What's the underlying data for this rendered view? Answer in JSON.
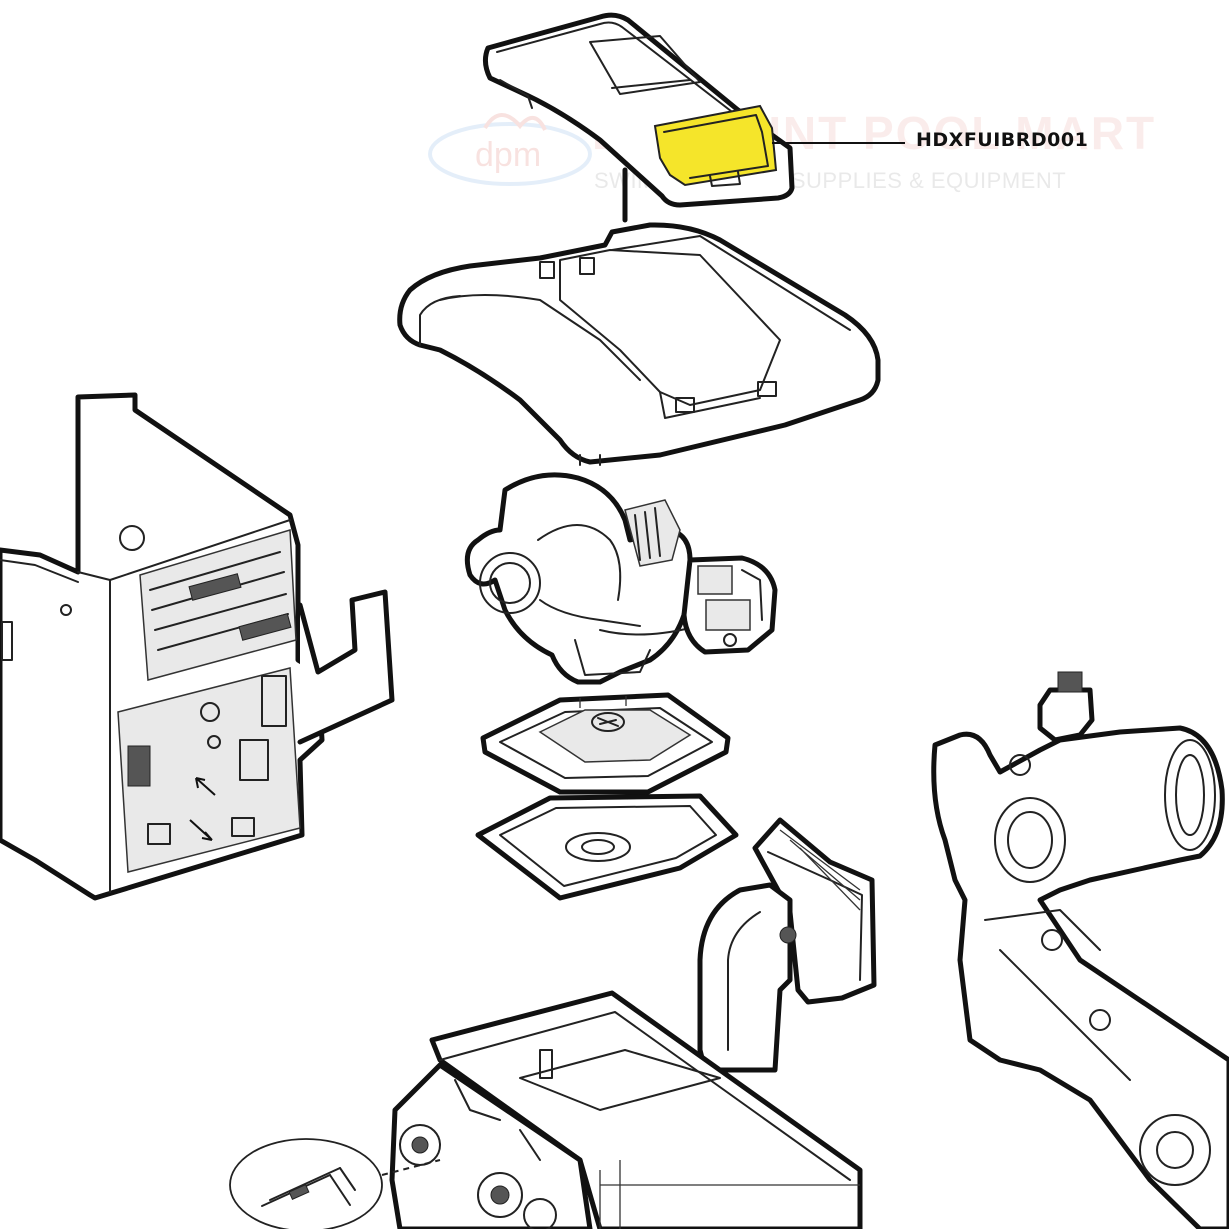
{
  "callout": {
    "part_number": "HDXFUIBRD001",
    "highlight_color": "#f5e52a"
  },
  "watermark": {
    "logo_text": "dpm",
    "brand": "DISCOUNT POOL MART",
    "tagline": "SWIMMING POOL SUPPLIES & EQUIPMENT"
  },
  "parts": [
    {
      "id": "front-cover-lid"
    },
    {
      "id": "ui-board"
    },
    {
      "id": "top-cover"
    },
    {
      "id": "blower"
    },
    {
      "id": "gas-valve"
    },
    {
      "id": "burner-plate"
    },
    {
      "id": "gasket"
    },
    {
      "id": "control-panel"
    },
    {
      "id": "flue-adapter"
    },
    {
      "id": "water-manifold"
    },
    {
      "id": "combustion-chamber"
    },
    {
      "id": "igniter-detail"
    }
  ]
}
